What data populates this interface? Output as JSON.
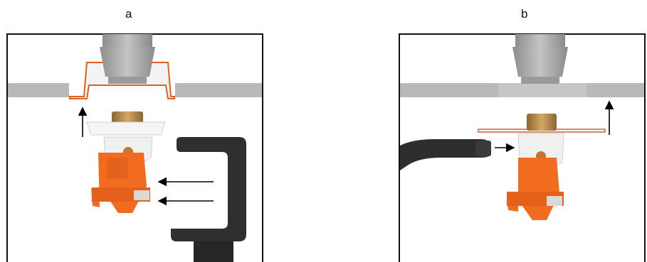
{
  "panels": [
    {
      "id": "a",
      "label": "a"
    },
    {
      "id": "b",
      "label": "b"
    }
  ],
  "colors": {
    "frame": "#111111",
    "ceiling": "#b9b9b9",
    "pipe": "#a7a7a7",
    "escutcheon_fill": "#f2f2f2",
    "escutcheon_edge": "#e0611e",
    "brass": "#b58a4e",
    "sprinkler_body": "#f0f0f0",
    "cap": "#f26c1f",
    "cap_dark": "#c9531a",
    "wrench": "#333333",
    "arrow": "#000000"
  },
  "icons": {
    "arrow": "arrow-icon",
    "wrench": "wrench-icon",
    "sprinkler": "sprinkler-icon"
  }
}
